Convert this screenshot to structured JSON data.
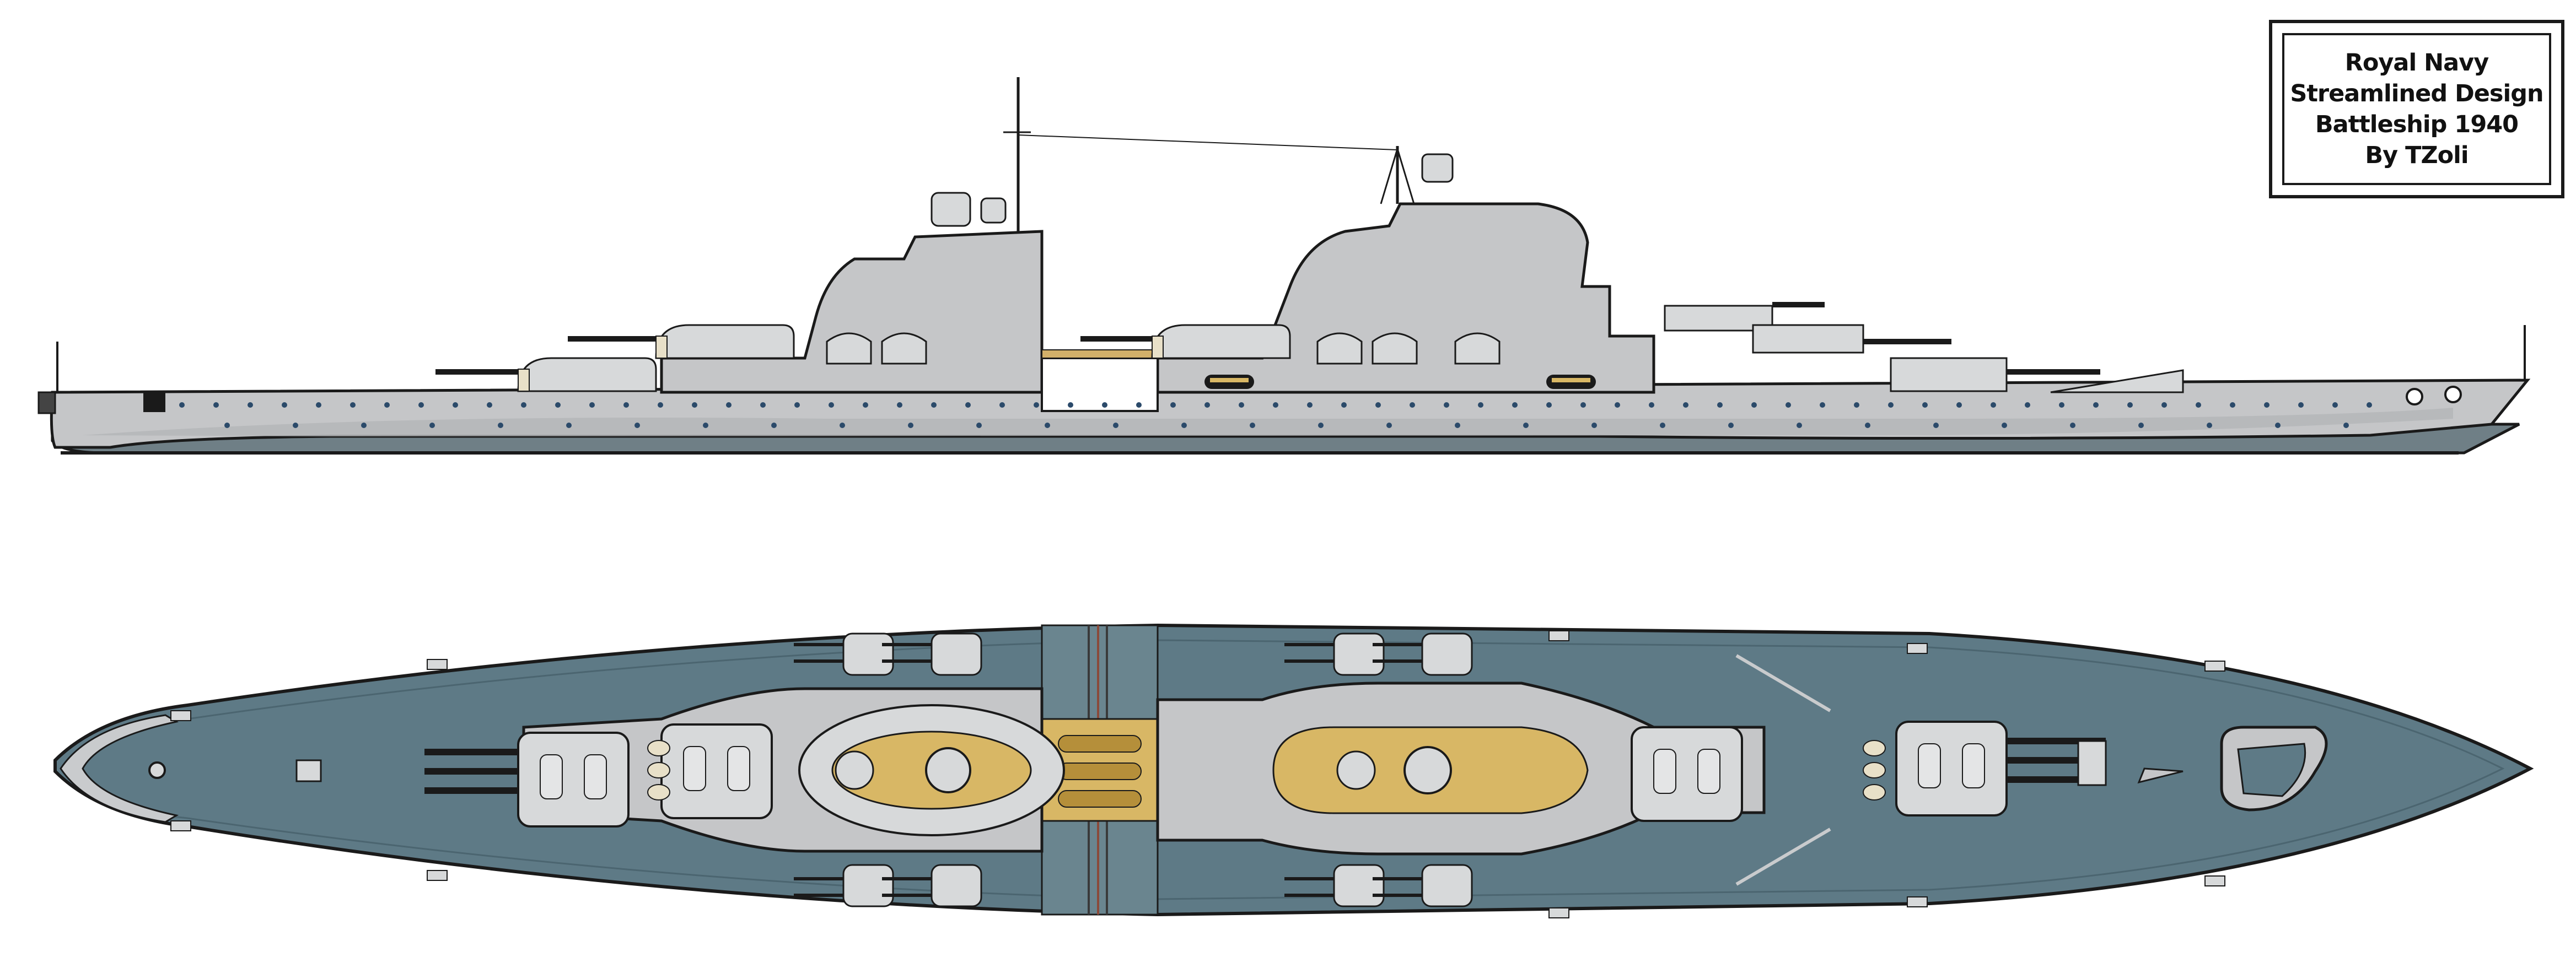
{
  "title_box": {
    "line1": "Royal Navy",
    "line2": "Streamlined Design",
    "line3": "Battleship 1940",
    "line4": "By TZoli"
  },
  "colors": {
    "hull_light": "#c5c6c8",
    "hull_dark": "#6f7f86",
    "deck_blue_grey": "#5e7a86",
    "turret_light": "#d7d9da",
    "wood_deck": "#d8b765",
    "outline": "#1a1a1a",
    "porthole": "#2b4a6a"
  }
}
